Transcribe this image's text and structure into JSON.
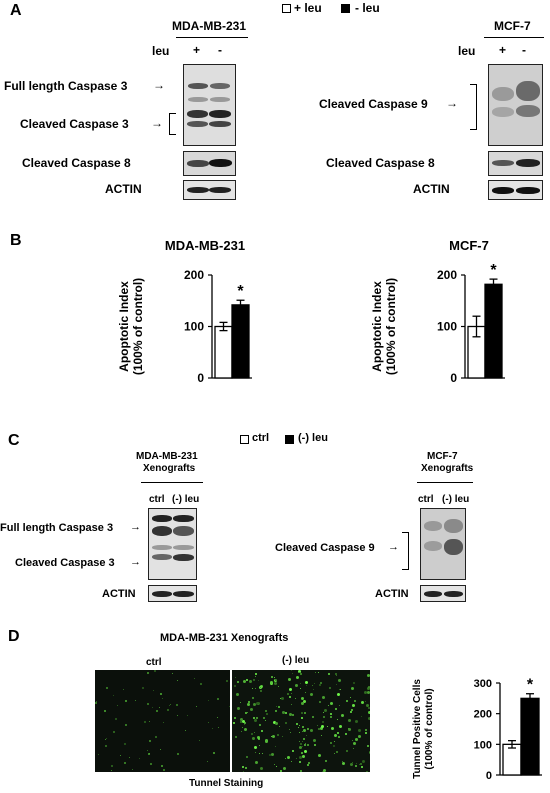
{
  "panels": {
    "A": {
      "letter": "A",
      "legend": {
        "plus": "+ leu",
        "minus": "- leu"
      },
      "left": {
        "cell_line": "MDA-MB-231",
        "leu_label": "leu",
        "lane1": "+",
        "lane2": "-",
        "labels": {
          "full_length_casp3": "Full length Caspase 3",
          "cleaved_casp3": "Cleaved Caspase 3",
          "cleaved_casp8": "Cleaved Caspase 8",
          "actin": "ACTIN"
        }
      },
      "right": {
        "cell_line": "MCF-7",
        "leu_label": "leu",
        "lane1": "+",
        "lane2": "-",
        "labels": {
          "cleaved_casp9": "Cleaved Caspase 9",
          "cleaved_casp8": "Cleaved Caspase 8",
          "actin": "ACTIN"
        }
      }
    },
    "B": {
      "letter": "B"
    },
    "C": {
      "letter": "C",
      "legend": {
        "ctrl": "ctrl",
        "minus": "(-) leu"
      },
      "left": {
        "title1": "MDA-MB-231",
        "title2": "Xenografts",
        "lane1": "ctrl",
        "lane2": "(-) leu",
        "labels": {
          "full_length_casp3": "Full length Caspase 3",
          "cleaved_casp3": "Cleaved Caspase 3",
          "actin": "ACTIN"
        }
      },
      "right": {
        "title1": "MCF-7",
        "title2": "Xenografts",
        "lane1": "ctrl",
        "lane2": "(-) leu",
        "labels": {
          "cleaved_casp9": "Cleaved Caspase 9",
          "actin": "ACTIN"
        }
      }
    },
    "D": {
      "letter": "D",
      "title": "MDA-MB-231 Xenografts",
      "img1_label": "ctrl",
      "img2_label": "(-) leu",
      "caption": "Tunnel Staining"
    }
  },
  "chart_data": [
    {
      "type": "bar",
      "title": "MDA-MB-231",
      "categories": [
        "+ leu",
        "- leu"
      ],
      "values": [
        100,
        142
      ],
      "errors": [
        8,
        9
      ],
      "ylabel_line1": "Apoptotic Index",
      "ylabel_line2": "(100% of control)",
      "ylim": [
        0,
        200
      ],
      "yticks": [
        "0",
        "100",
        "200"
      ],
      "significance": [
        "",
        "*"
      ],
      "colors": [
        "#ffffff",
        "#000000"
      ]
    },
    {
      "type": "bar",
      "title": "MCF-7",
      "categories": [
        "+ leu",
        "- leu"
      ],
      "values": [
        100,
        182
      ],
      "errors": [
        20,
        10
      ],
      "ylabel_line1": "Apoptotic Index",
      "ylabel_line2": "(100% of control)",
      "ylim": [
        0,
        200
      ],
      "yticks": [
        "0",
        "100",
        "200"
      ],
      "significance": [
        "",
        "*"
      ],
      "colors": [
        "#ffffff",
        "#000000"
      ]
    },
    {
      "type": "bar",
      "title": "",
      "categories": [
        "ctrl",
        "(-) leu"
      ],
      "values": [
        100,
        250
      ],
      "errors": [
        12,
        15
      ],
      "ylabel_line1": "Tunnel Positive Cells",
      "ylabel_line2": "(100% of control)",
      "ylim": [
        0,
        300
      ],
      "yticks": [
        "0",
        "100",
        "200",
        "300"
      ],
      "significance": [
        "",
        "*"
      ],
      "colors": [
        "#ffffff",
        "#000000"
      ]
    }
  ]
}
